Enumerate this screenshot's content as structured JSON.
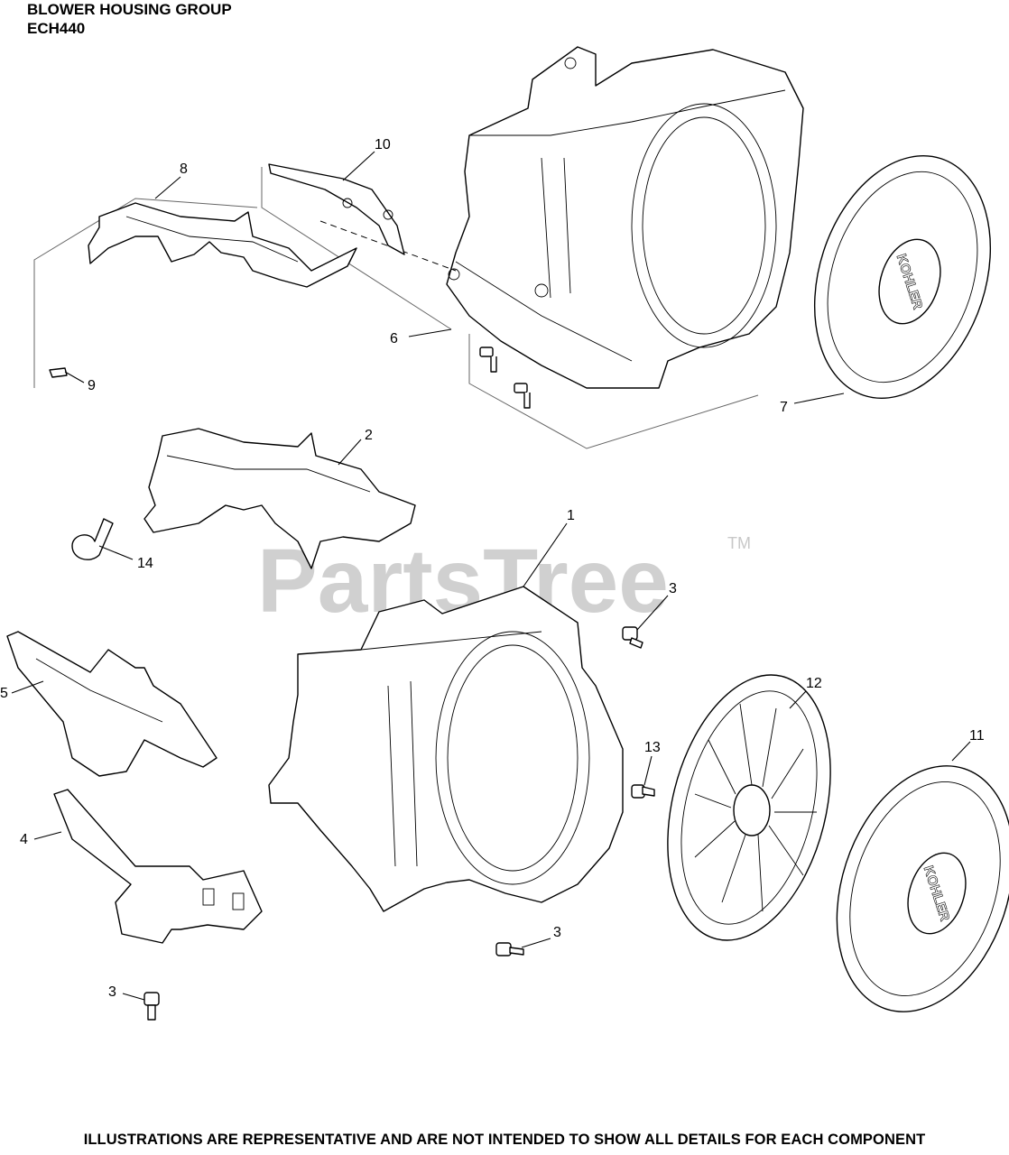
{
  "header": {
    "title": "BLOWER HOUSING GROUP",
    "model": "ECH440"
  },
  "footer": {
    "disclaimer": "ILLUSTRATIONS ARE REPRESENTATIVE AND ARE NOT INTENDED TO SHOW ALL DETAILS FOR EACH COMPONENT"
  },
  "watermark": {
    "text": "PartsTree",
    "mark": "TM"
  },
  "brand_logo": "KOHLER",
  "callouts": {
    "c1": "1",
    "c2": "2",
    "c3a": "3",
    "c3b": "3",
    "c3c": "3",
    "c4": "4",
    "c5": "5",
    "c6": "6",
    "c7": "7",
    "c8": "8",
    "c9": "9",
    "c10": "10",
    "c11": "11",
    "c12": "12",
    "c13": "13",
    "c14": "14"
  }
}
